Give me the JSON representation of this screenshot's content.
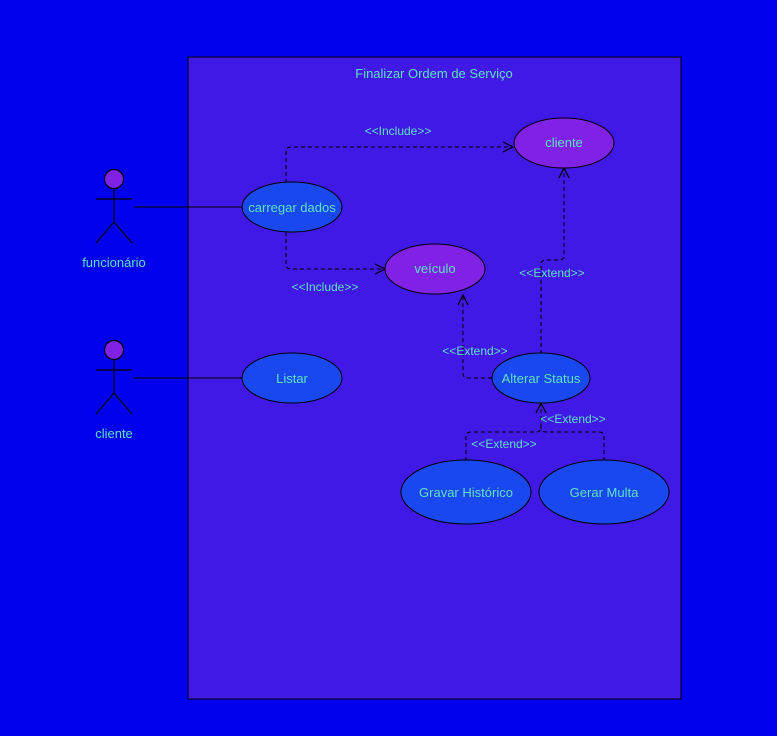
{
  "colors": {
    "background": "#0000ee",
    "system_fill": "#4119e6",
    "usecase_blue": "#1a48f0",
    "usecase_purple": "#7f22e6",
    "text": "#5fe0c8",
    "line": "#000000"
  },
  "system": {
    "title": "Finalizar Ordem de Serviço"
  },
  "actors": [
    {
      "id": "funcionario",
      "name": "funcionário"
    },
    {
      "id": "cliente",
      "name": "cliente"
    }
  ],
  "use_cases": [
    {
      "id": "cliente_uc",
      "label": "cliente",
      "style": "purple"
    },
    {
      "id": "carregar",
      "label": "carregar dados",
      "style": "blue"
    },
    {
      "id": "veiculo",
      "label": "veículo",
      "style": "purple"
    },
    {
      "id": "listar",
      "label": "Listar",
      "style": "blue"
    },
    {
      "id": "alterar",
      "label": "Alterar Status",
      "style": "blue"
    },
    {
      "id": "gravar",
      "label": "Gravar Histórico",
      "style": "blue"
    },
    {
      "id": "multa",
      "label": "Gerar Multa",
      "style": "blue"
    }
  ],
  "relations": [
    {
      "from": "funcionario",
      "to": "carregar",
      "type": "association"
    },
    {
      "from": "cliente",
      "to": "listar",
      "type": "association"
    },
    {
      "from": "carregar",
      "to": "cliente_uc",
      "type": "include",
      "label": "<<Include>>"
    },
    {
      "from": "carregar",
      "to": "veiculo",
      "type": "include",
      "label": "<<Include>>"
    },
    {
      "from": "alterar",
      "to": "cliente_uc",
      "type": "extend",
      "label": "<<Extend>>"
    },
    {
      "from": "alterar",
      "to": "veiculo",
      "type": "extend",
      "label": "<<Extend>>"
    },
    {
      "from": "gravar",
      "to": "alterar",
      "type": "extend",
      "label": "<<Extend>>"
    },
    {
      "from": "multa",
      "to": "alterar",
      "type": "extend",
      "label": "<<Extend>>"
    }
  ]
}
